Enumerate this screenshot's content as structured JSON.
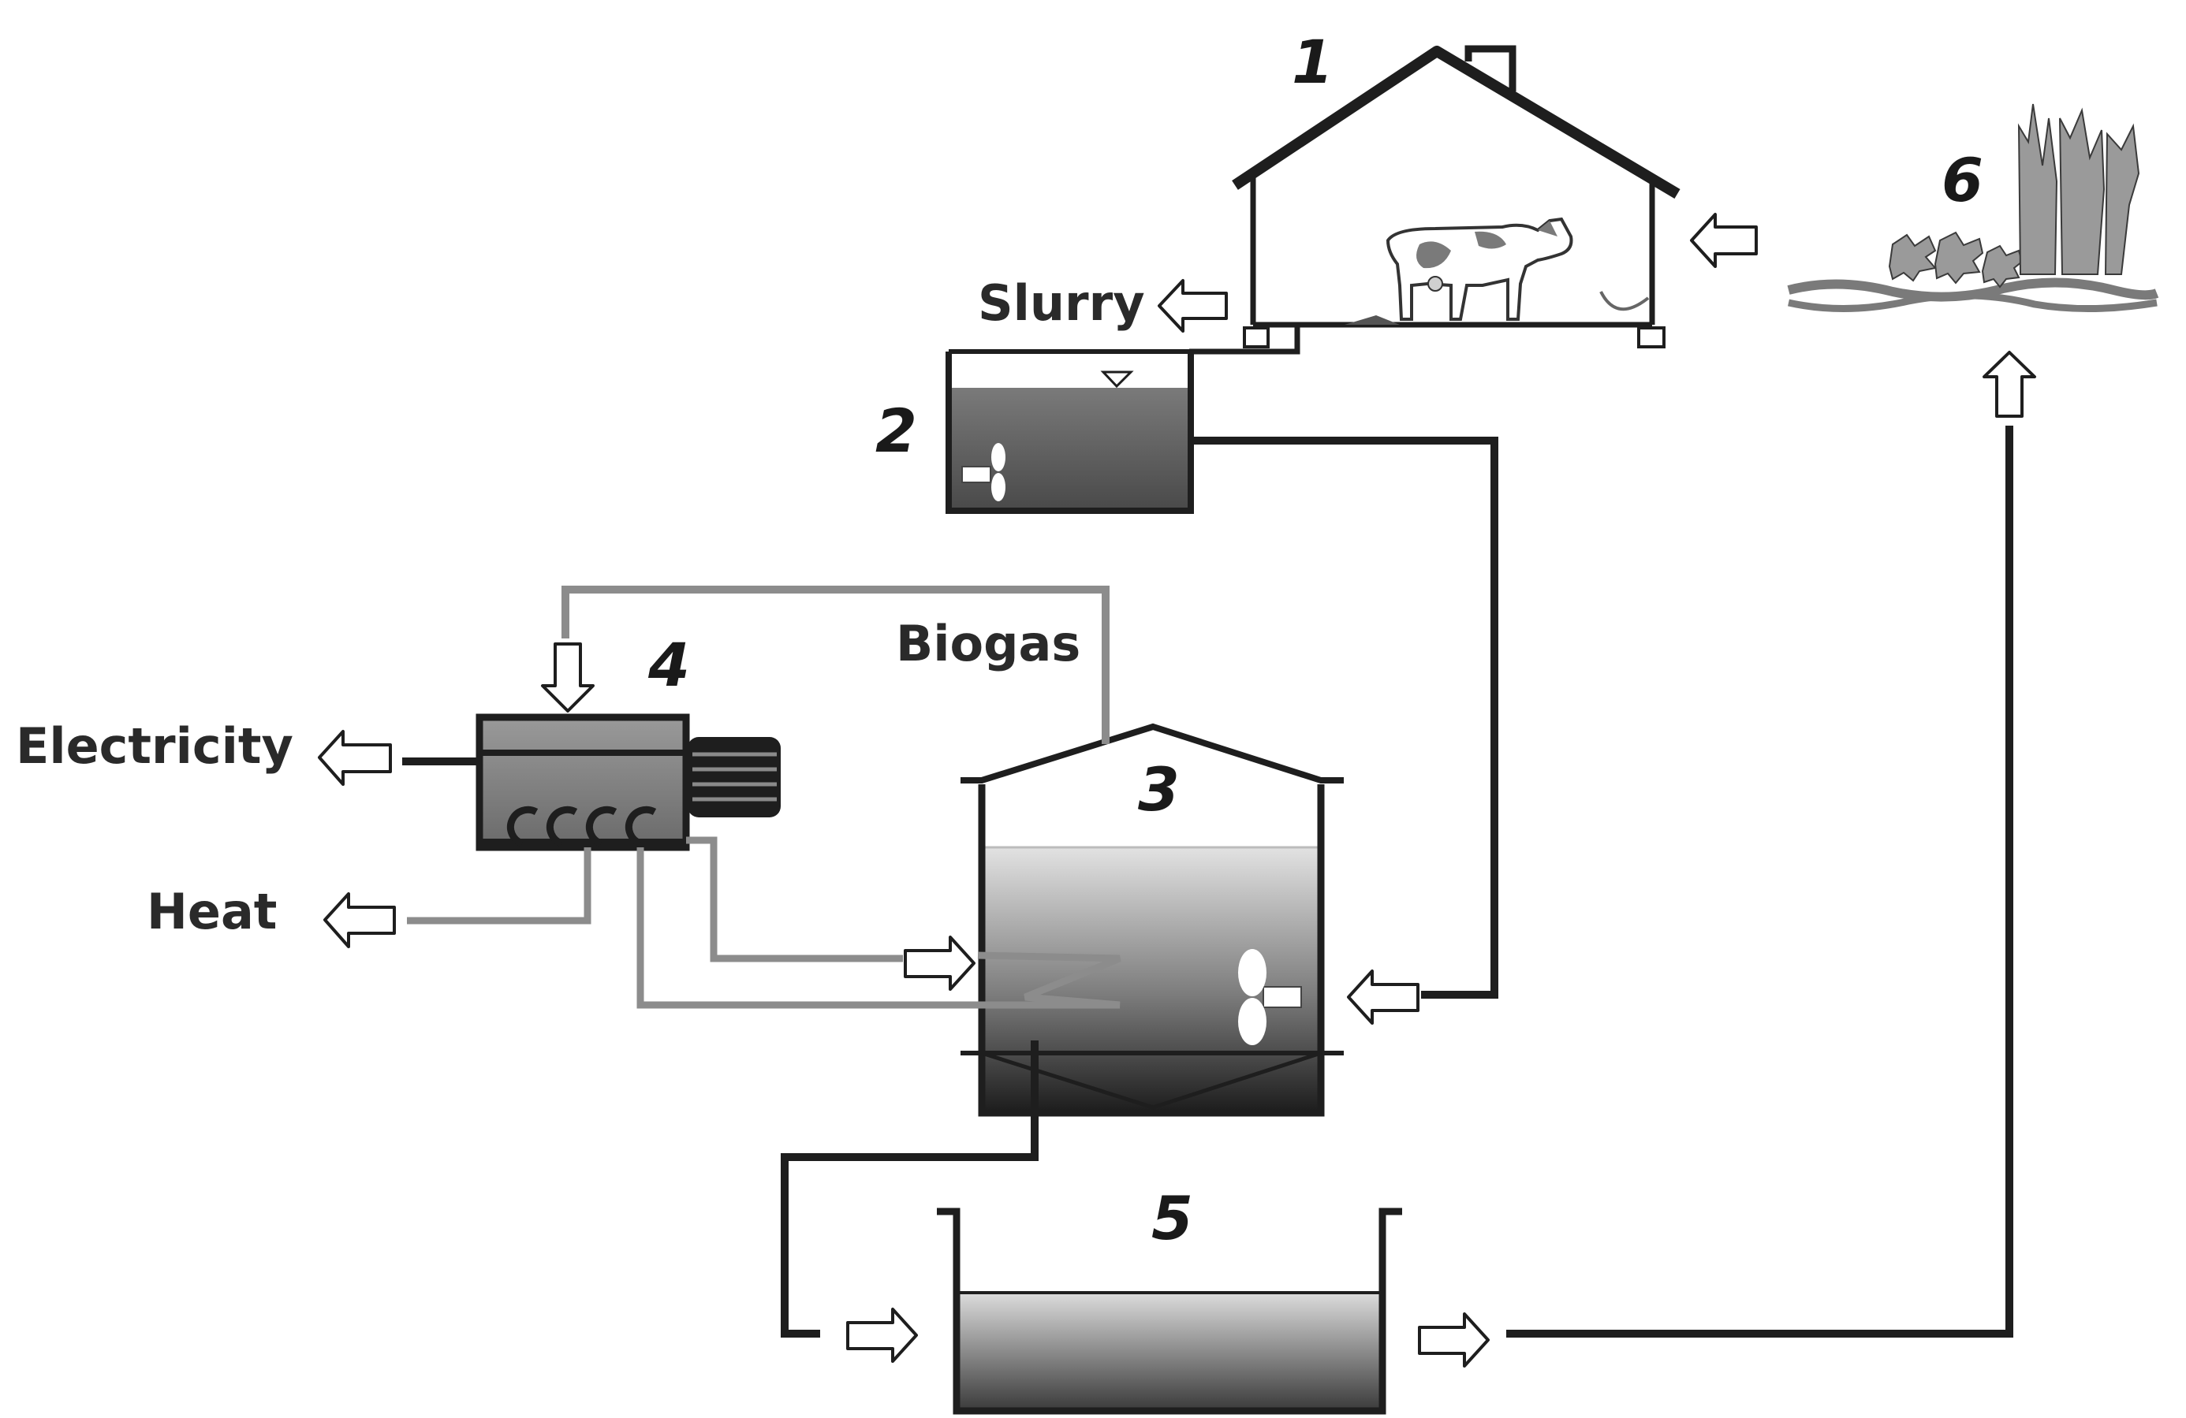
{
  "labels": {
    "barn_number": "1",
    "storage_number": "2",
    "digester_number": "3",
    "chp_number": "4",
    "digestate_number": "5",
    "field_number": "6",
    "slurry": "Slurry",
    "biogas": "Biogas",
    "electricity": "Electricity",
    "heat": "Heat"
  },
  "colors": {
    "line_dark": "#1e1e1e",
    "line_gray": "#8c8c8c",
    "liquid_top": "#d4d4d4",
    "liquid_bottom": "#3a3a3a"
  },
  "icons": [
    "cow-icon",
    "crop-icon",
    "mixer-icon",
    "engine-icon",
    "generator-icon"
  ]
}
